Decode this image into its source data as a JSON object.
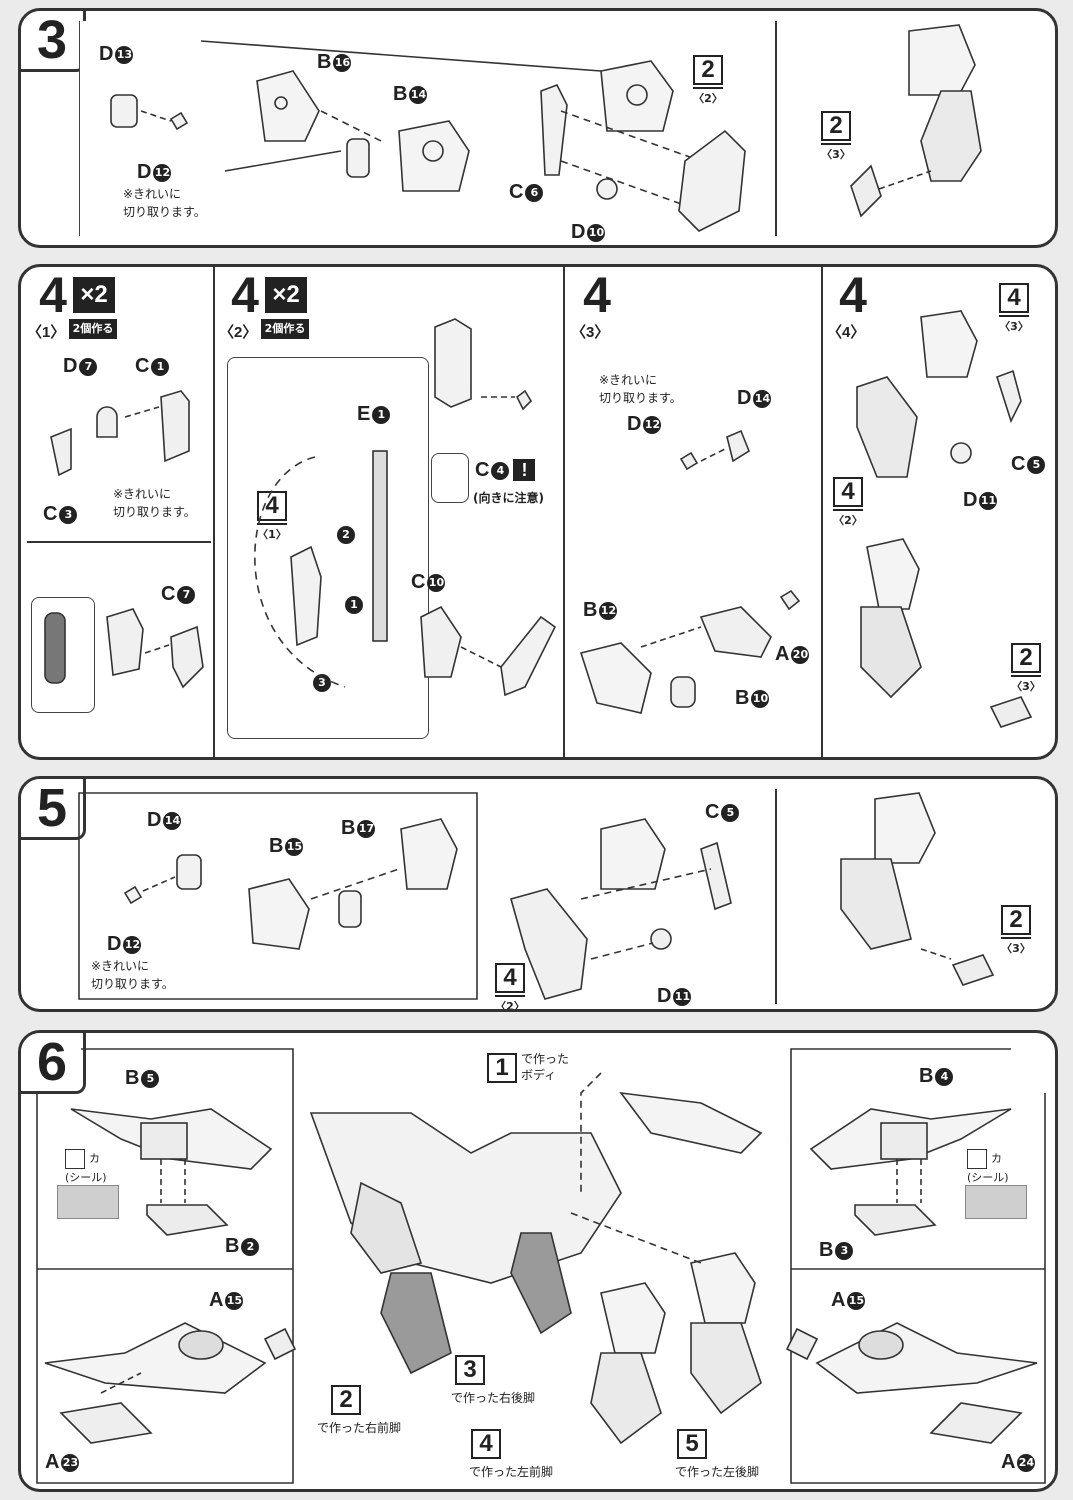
{
  "step3": {
    "number": "3",
    "inset_parts": {
      "d13": "D",
      "d12": "D"
    },
    "inset_note": "※きれいに\n切り取ります。",
    "labels": {
      "b16": "B",
      "b14": "B",
      "c6": "C",
      "d10": "D"
    },
    "circles": {
      "d13": "13",
      "d12": "12",
      "b16": "16",
      "b14": "14",
      "c6": "6",
      "d10": "10"
    },
    "ref_a": {
      "num": "2",
      "sub": "〈2〉"
    },
    "ref_b": {
      "num": "2",
      "sub": "〈3〉"
    }
  },
  "step4": {
    "p1": {
      "num": "4",
      "mult": "×2",
      "sub": "〈1〉",
      "make": "2個作る",
      "labels": {
        "d7": "D",
        "c1": "C",
        "c3": "C",
        "c7": "C"
      },
      "circles": {
        "d7": "7",
        "c1": "1",
        "c3": "3",
        "c7": "7"
      },
      "note": "※きれいに\n切り取ります。"
    },
    "p2": {
      "num": "4",
      "mult": "×2",
      "sub": "〈2〉",
      "make": "2個作る",
      "labels": {
        "e1": "E",
        "c4": "C",
        "c10": "C"
      },
      "circles": {
        "e1": "1",
        "c4": "4",
        "c10": "10",
        "s1": "1",
        "s2": "2",
        "s3": "3"
      },
      "ref": {
        "num": "4",
        "sub": "〈1〉"
      },
      "warn": "!",
      "caution": "(向きに注意)"
    },
    "p3": {
      "num": "4",
      "sub": "〈3〉",
      "labels": {
        "d14": "D",
        "d12": "D",
        "b12": "B",
        "a20": "A",
        "b10": "B"
      },
      "circles": {
        "d14": "14",
        "d12": "12",
        "b12": "12",
        "a20": "20",
        "b10": "10"
      },
      "note": "※きれいに\n切り取ります。"
    },
    "p4": {
      "num": "4",
      "sub": "〈4〉",
      "labels": {
        "c5": "C",
        "d11": "D"
      },
      "circles": {
        "c5": "5",
        "d11": "11"
      },
      "ref_a": {
        "num": "4",
        "sub": "〈3〉"
      },
      "ref_b": {
        "num": "4",
        "sub": "〈2〉"
      },
      "ref_c": {
        "num": "2",
        "sub": "〈3〉"
      }
    }
  },
  "step5": {
    "number": "5",
    "labels": {
      "d14": "D",
      "d12": "D",
      "b15": "B",
      "b17": "B",
      "c5": "C",
      "d11": "D"
    },
    "circles": {
      "d14": "14",
      "d12": "12",
      "b15": "15",
      "b17": "17",
      "c5": "5",
      "d11": "11"
    },
    "inset_note": "※きれいに\n切り取ります。",
    "ref_a": {
      "num": "4",
      "sub": "〈2〉"
    },
    "ref_b": {
      "num": "2",
      "sub": "〈3〉"
    }
  },
  "step6": {
    "number": "6",
    "labels": {
      "b5": "B",
      "b2": "B",
      "a15l": "A",
      "a23": "A",
      "b4": "B",
      "b3": "B",
      "a15r": "A",
      "a24": "A"
    },
    "circles": {
      "b5": "5",
      "b2": "2",
      "a15l": "15",
      "a23": "23",
      "b4": "4",
      "b3": "3",
      "a15r": "15",
      "a24": "24"
    },
    "sticker_left": {
      "mark": "カ",
      "label": "(シール)"
    },
    "sticker_right": {
      "mark": "カ",
      "label": "(シール)"
    },
    "body_ref": {
      "num": "1",
      "caption1": "で作った",
      "caption2": "ボディ"
    },
    "ref2": {
      "num": "2",
      "caption": "で作った右前脚"
    },
    "ref3": {
      "num": "3",
      "caption": "で作った右後脚"
    },
    "ref4": {
      "num": "4",
      "caption": "で作った左前脚"
    },
    "ref5": {
      "num": "5",
      "caption": "で作った左後脚"
    }
  }
}
